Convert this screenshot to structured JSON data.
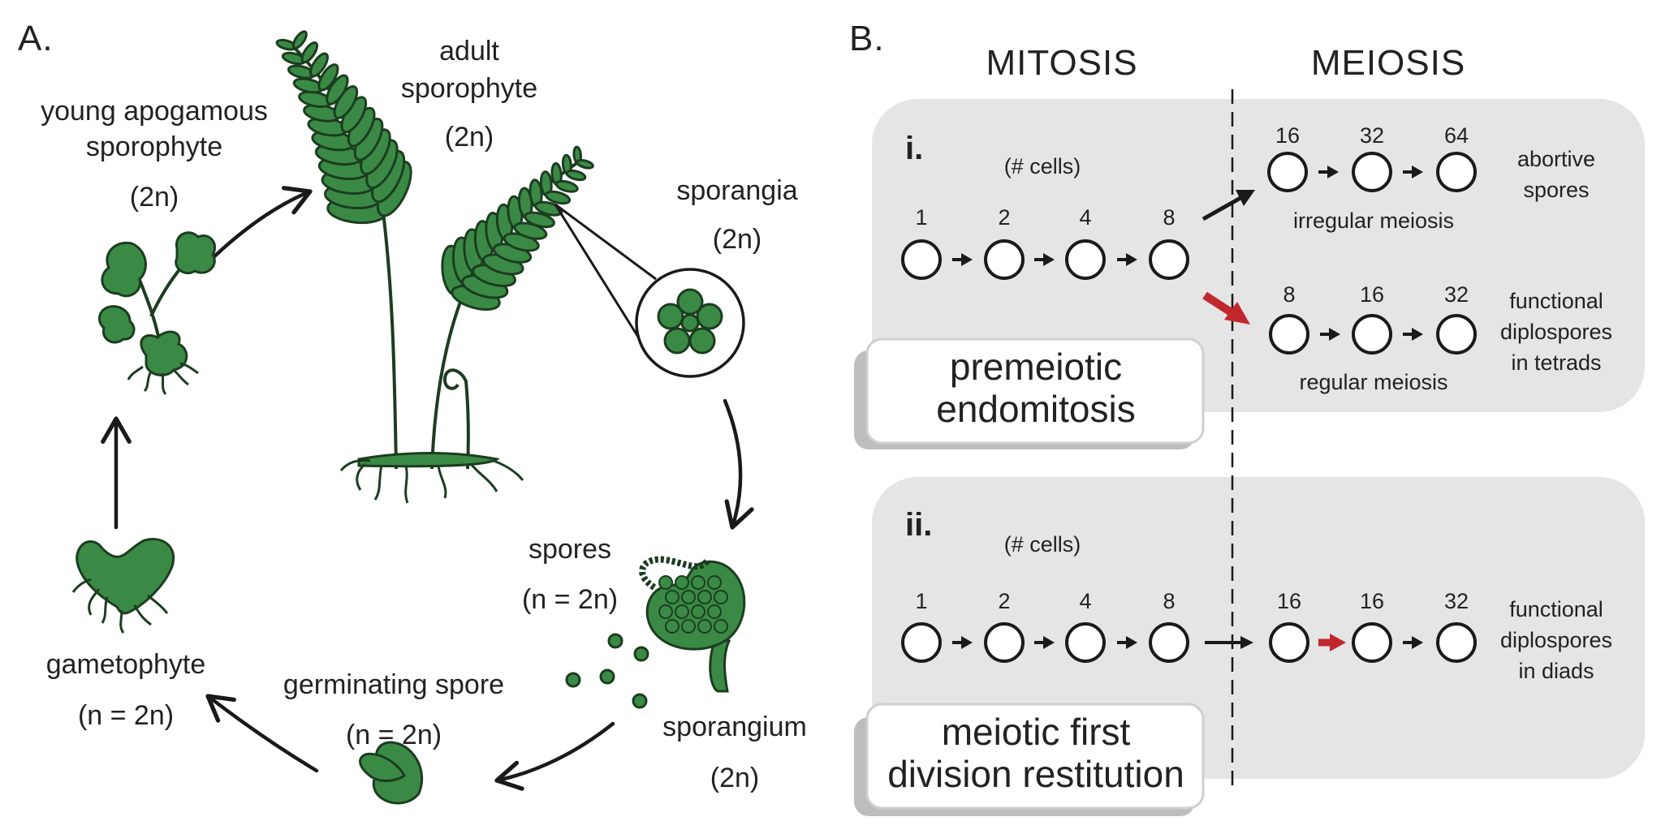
{
  "panel_a": {
    "letter": "A.",
    "adult_sporophyte": {
      "line1": "adult",
      "line2": "sporophyte",
      "ploidy": "(2n)"
    },
    "young_sporophyte": {
      "line1": "young apogamous",
      "line2": "sporophyte",
      "ploidy": "(2n)"
    },
    "sporangia": {
      "label": "sporangia",
      "ploidy": "(2n)"
    },
    "spores": {
      "label": "spores",
      "ploidy": "(n = 2n)"
    },
    "sporangium": {
      "label": "sporangium",
      "ploidy": "(2n)"
    },
    "germinating_spore": {
      "label": "germinating spore",
      "ploidy": "(n = 2n)"
    },
    "gametophyte": {
      "label": "gametophyte",
      "ploidy": "(n = 2n)"
    }
  },
  "panel_b": {
    "letter": "B.",
    "header_left": "MITOSIS",
    "header_right": "MEIOSIS",
    "row1": {
      "roman": "i.",
      "cells_caption": "(# cells)",
      "mitosis_counts": [
        "1",
        "2",
        "4",
        "8"
      ],
      "upper_counts": [
        "16",
        "32",
        "64"
      ],
      "upper_note": "irregular meiosis",
      "upper_outcome": [
        "abortive",
        "spores"
      ],
      "lower_counts": [
        "8",
        "16",
        "32"
      ],
      "lower_note": "regular meiosis",
      "lower_outcome": [
        "functional",
        "diplospores",
        "in tetrads"
      ],
      "box": [
        "premeiotic",
        "endomitosis"
      ]
    },
    "row2": {
      "roman": "ii.",
      "cells_caption": "(# cells)",
      "mitosis_counts": [
        "1",
        "2",
        "4",
        "8"
      ],
      "meiosis_counts": [
        "16",
        "16",
        "32"
      ],
      "outcome": [
        "functional",
        "diplospores",
        "in diads"
      ],
      "box": [
        "meiotic first",
        "division restitution"
      ]
    }
  },
  "colors": {
    "plant_green": "#3a8a45",
    "highlight_red": "#c1272d",
    "panel_gray": "#e5e5e5"
  }
}
